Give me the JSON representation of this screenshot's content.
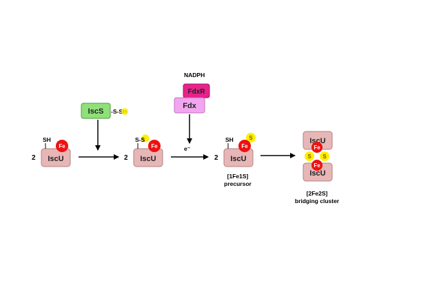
{
  "stoich": "2",
  "iscu": "IscU",
  "fe": "Fe",
  "s": "S",
  "sh": "SH",
  "ss": "S-S",
  "iscs": "IscS",
  "iscs_persulfide": "-S-SH",
  "nadph": "NADPH",
  "fdxr": "FdxR",
  "fdx": "Fdx",
  "electron": "e⁻",
  "precursor_line1": "[1Fe1S]",
  "precursor_line2": "precursor",
  "cluster_line1": "[2Fe2S]",
  "cluster_line2": "bridging cluster",
  "colors": {
    "iscu_fill": "#e7b6b6",
    "iscu_stroke": "#b08080",
    "fe": "#ee1111",
    "sulfur": "#ffee00",
    "iscs_fill": "#8fe07a",
    "fdxr_fill": "#e8228a",
    "fdx_fill": "#f2a6f0"
  }
}
